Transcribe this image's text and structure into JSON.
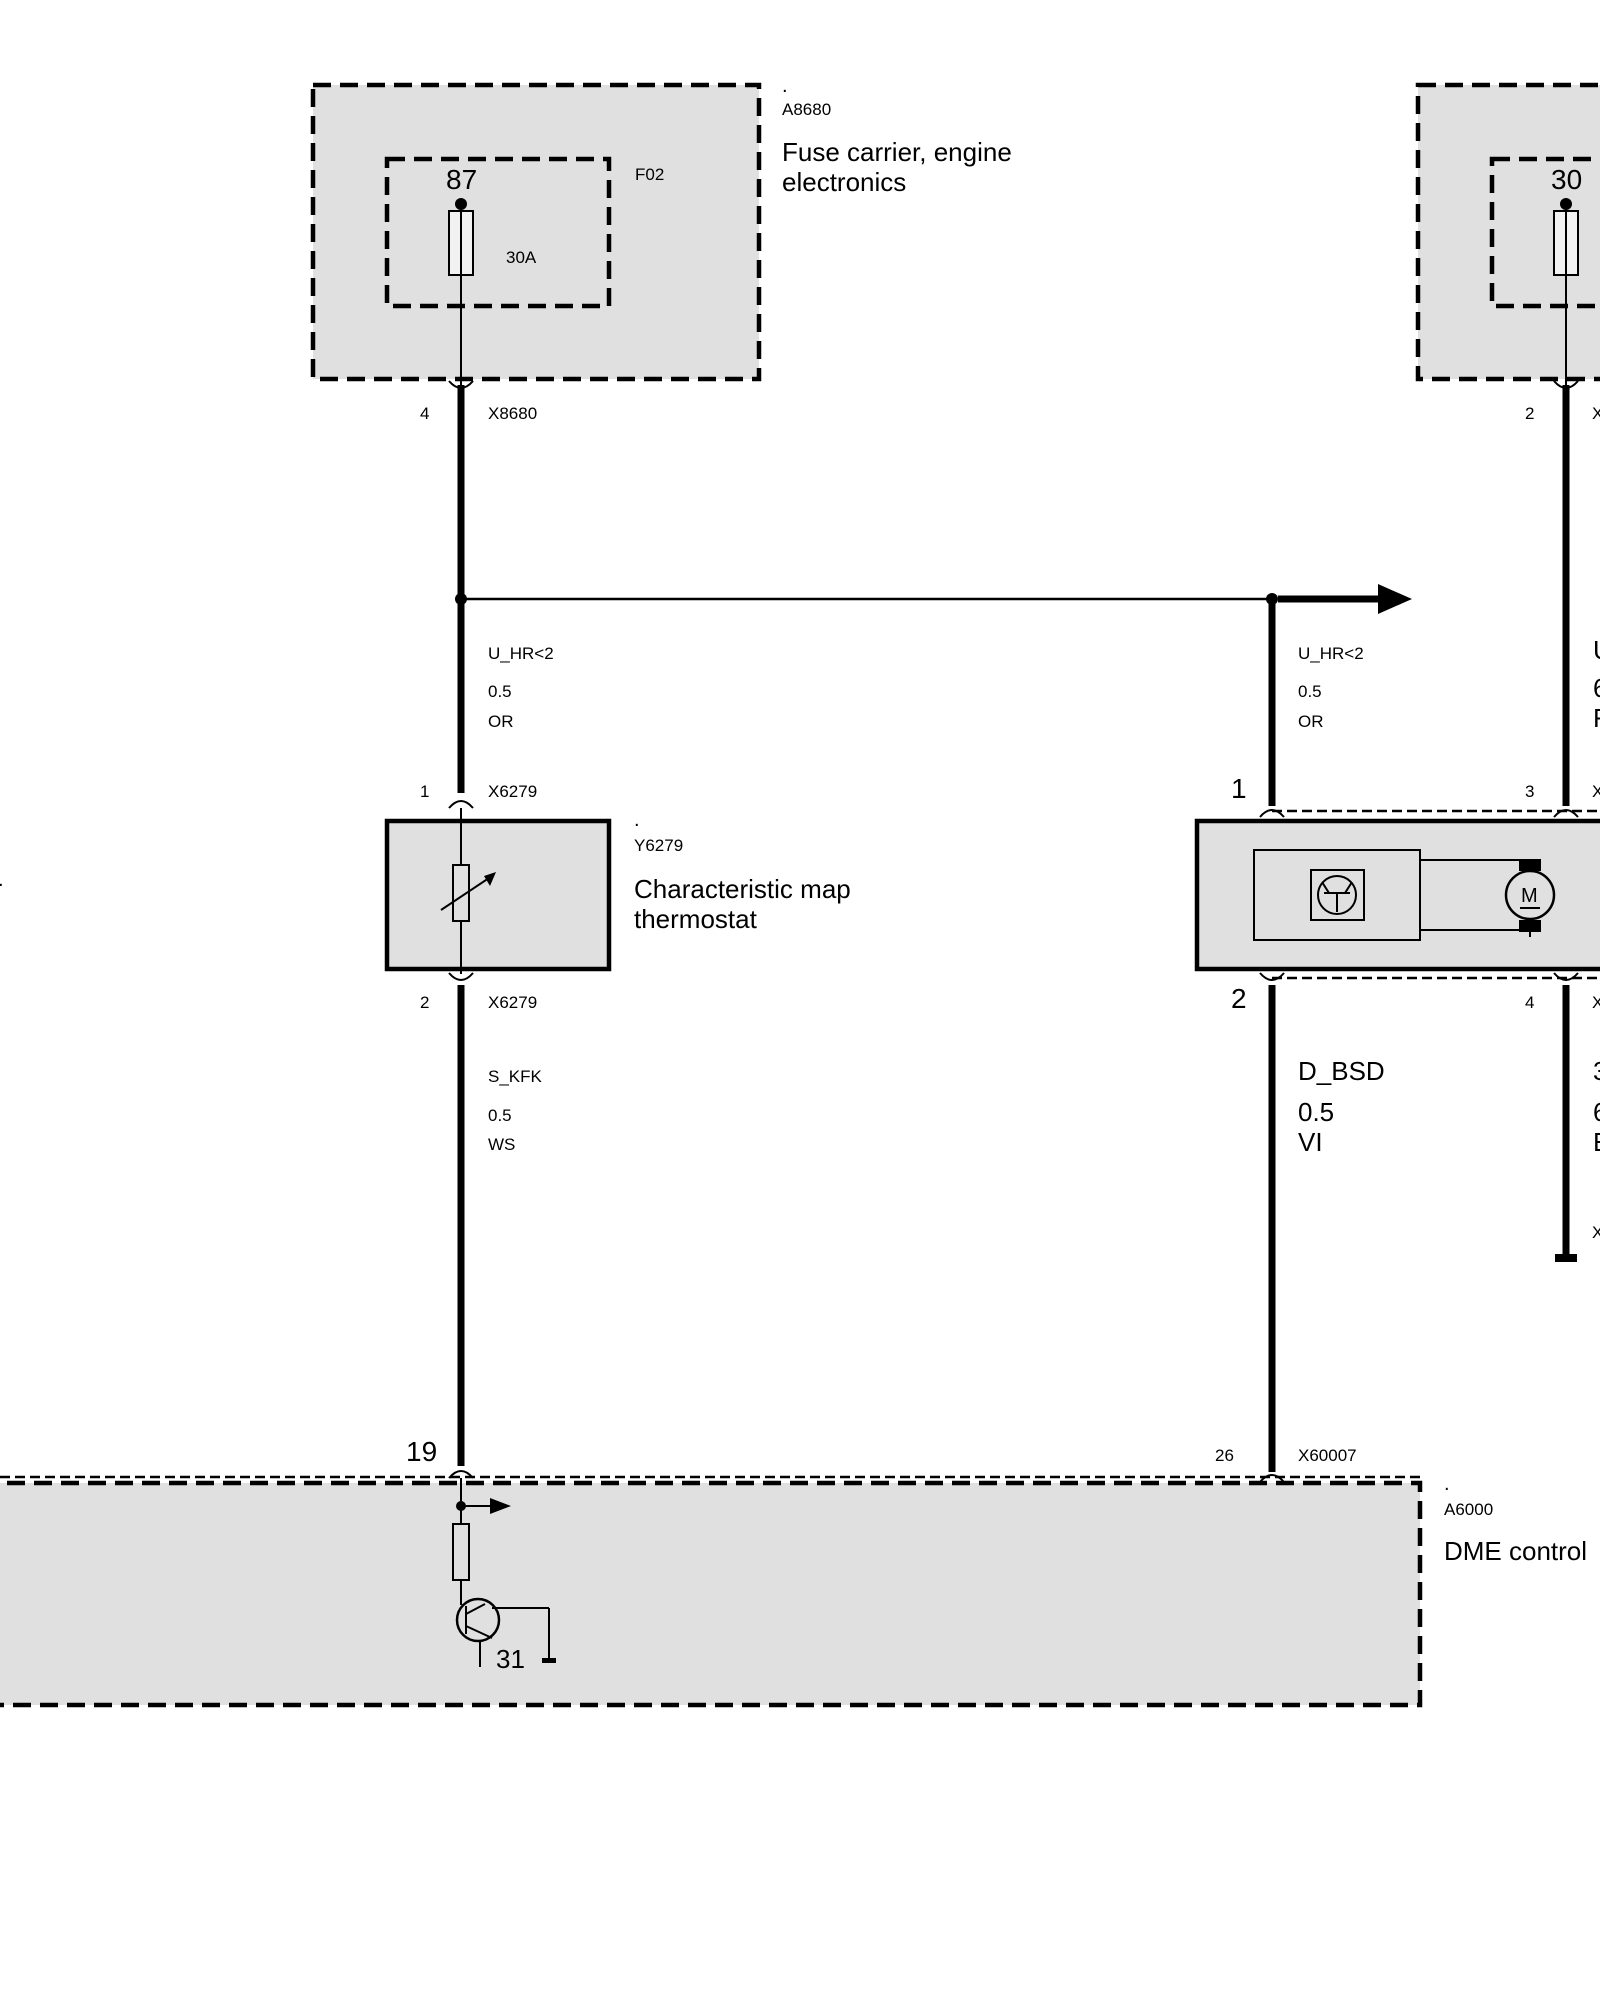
{
  "components": {
    "fuse_carrier": {
      "dot": ".",
      "id": "A8680",
      "name_line1": "Fuse carrier, engine",
      "name_line2": "electronics",
      "fuse_id": "F02",
      "fuse_terminal": "87",
      "fuse_rating": "30A",
      "right_fuse_terminal": "30"
    },
    "thermostat": {
      "dot": ".",
      "id": "Y6279",
      "name_line1": "Characteristic map",
      "name_line2": "thermostat"
    },
    "dme": {
      "dot": ".",
      "id": "A6000",
      "name": "DME control",
      "ground_terminal": "31"
    }
  },
  "connectors": {
    "x8680_left": {
      "pin": "4",
      "name": "X8680"
    },
    "x8680_right": {
      "pin": "2",
      "name": "X"
    },
    "x6279_top": {
      "pin": "1",
      "name": "X6279"
    },
    "x6279_bottom": {
      "pin": "2",
      "name": "X6279"
    },
    "pump_pin1": {
      "pin": "1"
    },
    "pump_pin2": {
      "pin": "2"
    },
    "pump_pin3": {
      "pin": "3",
      "name": "X"
    },
    "pump_pin4": {
      "pin": "4",
      "name": "X"
    },
    "ground_right": {
      "name": "X"
    },
    "dme_pin19": {
      "pin": "19"
    },
    "dme_pin26": {
      "pin": "26",
      "name": "X60007"
    }
  },
  "wires": {
    "w1": {
      "signal": "U_HR<2",
      "size": "0.5",
      "color": "OR"
    },
    "w2": {
      "signal": "U_HR<2",
      "size": "0.5",
      "color": "OR"
    },
    "w3": {
      "signal": "S_KFK",
      "size": "0.5",
      "color": "WS"
    },
    "w4": {
      "signal": "D_BSD",
      "size": "0.5",
      "color": "VI"
    },
    "w5_partial": {
      "line1": "U",
      "line2": "6",
      "line3": "F"
    },
    "w6_partial": {
      "line1": "3",
      "line2": "6",
      "line3": "E"
    }
  },
  "edge_marks": {
    "left_dot": "."
  }
}
